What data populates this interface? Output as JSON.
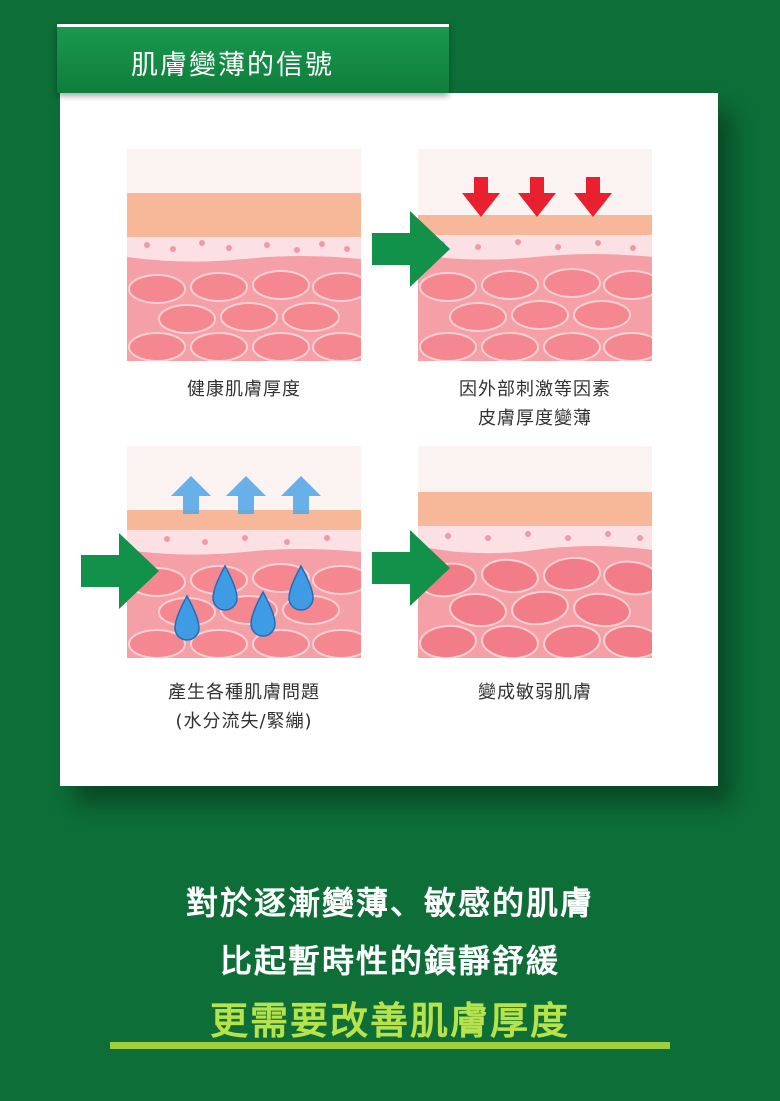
{
  "header": {
    "title": "肌膚變薄的信號"
  },
  "panels": [
    {
      "caption": [
        "健康肌膚厚度"
      ],
      "overlay": "none"
    },
    {
      "caption": [
        "因外部刺激等因素",
        "皮膚厚度變薄"
      ],
      "overlay": "red-down-arrows"
    },
    {
      "caption": [
        "產生各種肌膚問題",
        "(水分流失/緊繃)"
      ],
      "overlay": "blue-up-arrows-and-water-drops"
    },
    {
      "caption": [
        "變成敏弱肌膚"
      ],
      "overlay": "none"
    }
  ],
  "footer": {
    "line1": "對於逐漸變薄、敏感的肌膚",
    "line2": "比起暫時性的鎮靜舒緩",
    "highlight": "更需要改善肌膚厚度"
  },
  "colors": {
    "background": "#0d6e38",
    "title_tab": "#13894a",
    "arrow": "#12914a",
    "highlight": "#b7e24a"
  }
}
